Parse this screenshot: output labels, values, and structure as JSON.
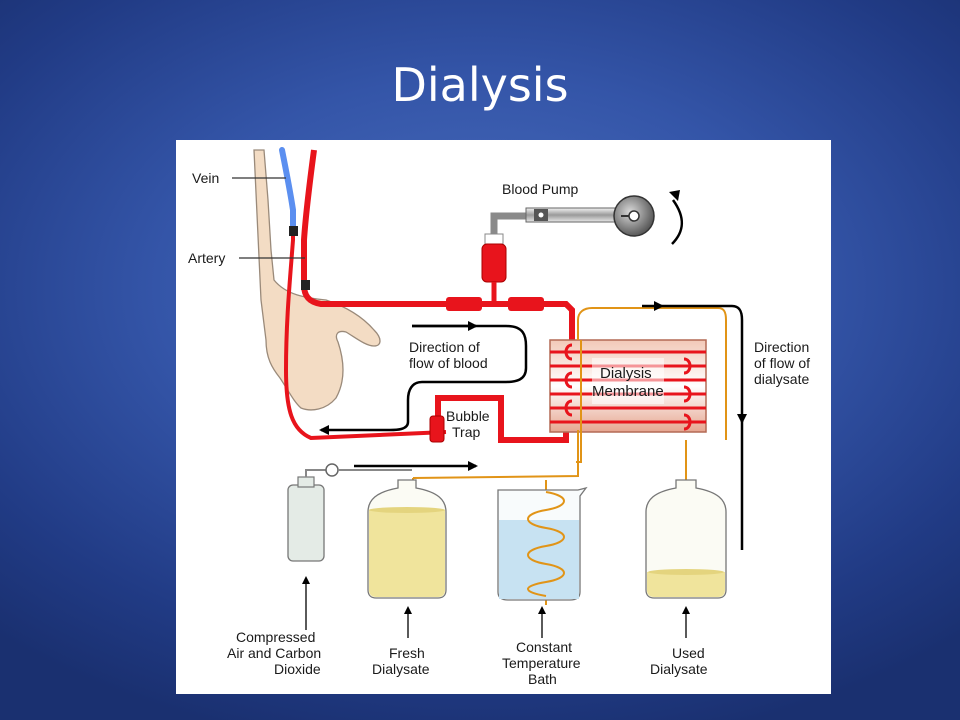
{
  "slide": {
    "title": "Dialysis"
  },
  "diagram": {
    "labels": {
      "vein": "Vein",
      "artery": "Artery",
      "blood_pump": "Blood Pump",
      "direction_blood": [
        "Direction of",
        "flow of blood"
      ],
      "direction_dialysate": [
        "Direction",
        "of flow of",
        "dialysate"
      ],
      "bubble_trap": [
        "Bubble",
        "Trap"
      ],
      "dialysis_membrane": [
        "Dialysis",
        "Membrane"
      ],
      "compressed_air": [
        "Compressed",
        "Air and Carbon",
        "Dioxide"
      ],
      "fresh_dialysate": [
        "Fresh",
        "Dialysate"
      ],
      "constant_temperature": [
        "Constant",
        "Temperature",
        "Bath"
      ],
      "used_dialysate": [
        "Used",
        "Dialysate"
      ]
    },
    "colors": {
      "blood": "#e8141c",
      "vein": "#5b8ff0",
      "dialysate_line": "#e19417",
      "fresh_liquid": "#f0e49c",
      "bath_water": "#c7e2f2",
      "membrane_fill": "#e8a894",
      "skin": "#f3dcc4"
    }
  }
}
